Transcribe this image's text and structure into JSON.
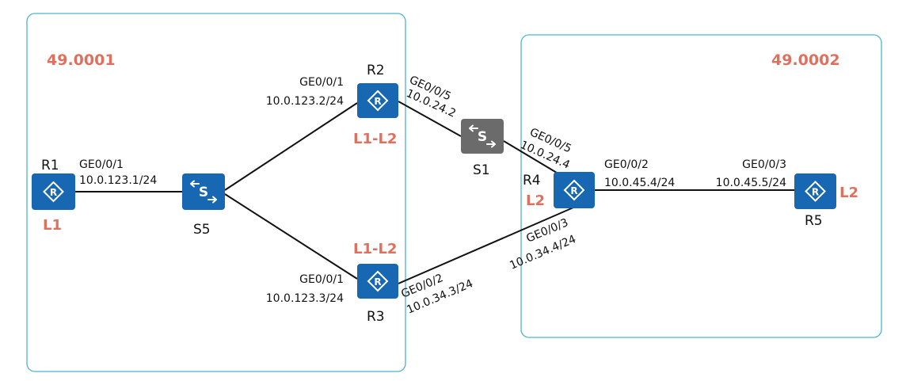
{
  "areas": [
    {
      "id": "49.0001"
    },
    {
      "id": "49.0002"
    }
  ],
  "devices": {
    "R1": {
      "name": "R1",
      "level": "L1"
    },
    "R2": {
      "name": "R2",
      "level": "L1-L2"
    },
    "R3": {
      "name": "R3",
      "level": "L1-L2"
    },
    "R4": {
      "name": "R4",
      "level": "L2"
    },
    "R5": {
      "name": "R5",
      "level": "L2"
    },
    "S5": {
      "name": "S5"
    },
    "S1": {
      "name": "S1"
    }
  },
  "interfaces": {
    "r1_s5": {
      "port": "GE0/0/1",
      "ip": "10.0.123.1/24"
    },
    "r2_s5": {
      "port": "GE0/0/1",
      "ip": "10.0.123.2/24"
    },
    "r3_s5": {
      "port": "GE0/0/1",
      "ip": "10.0.123.3/24"
    },
    "r2_s1": {
      "port": "GE0/0/5",
      "ip": "10.0.24.2"
    },
    "r4_s1": {
      "port": "GE0/0/5",
      "ip": "10.0.24.4"
    },
    "r3_r4": {
      "port": "GE0/0/2",
      "ip": "10.0.34.3/24"
    },
    "r4_r3": {
      "port": "GE0/0/3",
      "ip": "10.0.34.4/24"
    },
    "r4_r5": {
      "port": "GE0/0/2",
      "ip": "10.0.45.4/24"
    },
    "r5_r4": {
      "port": "GE0/0/3",
      "ip": "10.0.45.5/24"
    }
  },
  "colors": {
    "area_border": "#4db3cf",
    "level_text": "#e0705e",
    "router_fill": "#1867b2",
    "switch_fill": "#1867b2",
    "switch_gray_fill": "#6b6b6b",
    "link": "#111111"
  }
}
